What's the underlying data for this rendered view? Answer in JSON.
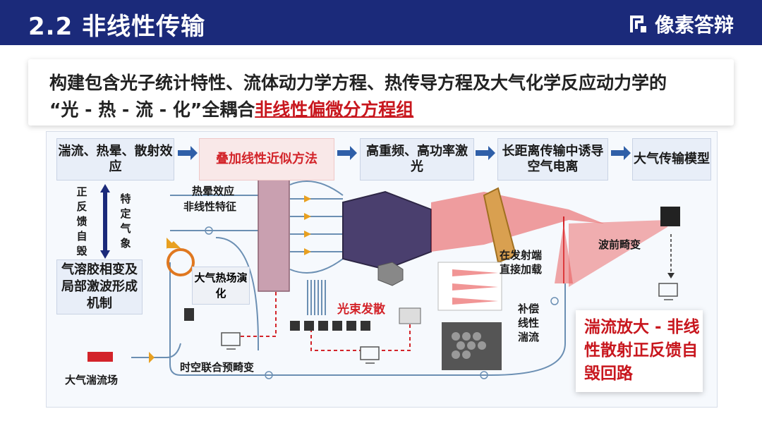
{
  "header": {
    "title": "2.2 非线性传输",
    "brand": "像素答辩"
  },
  "intro": {
    "line1": "构建包含光子统计特性、流体动力学方程、热传导方程及大气化学反应动力学的",
    "line2_prefix": "“光 - 热 - 流 - 化”全耦合",
    "line2_highlight": "非线性偏微分方程组"
  },
  "flow": [
    {
      "label": "湍流、热晕、散射效应",
      "highlight": false
    },
    {
      "label": "叠加线性近似方法",
      "highlight": true
    },
    {
      "label": "高重频、高功率激光",
      "highlight": false
    },
    {
      "label": "长距离传输中诱导空气电离",
      "highlight": false
    },
    {
      "label": "大气传输模型",
      "highlight": false
    }
  ],
  "side": {
    "left_vertical": "正反馈自毁",
    "right_vertical": "特定气象",
    "bottom_box": "气溶胶相变及局部激波形成机制"
  },
  "labels": {
    "thermal_effect": "热晕效应",
    "nonlinear_feature": "非线性特征",
    "thermal_field": "大气热场演化",
    "beam_divergence": "光束发散",
    "spatiotemporal": "时空联合预畸变",
    "turbulence_field": "大气湍流场",
    "wavefront": "波前畸变",
    "direct_load": "在发射端直接加载",
    "compensate": "补偿线性湍流"
  },
  "callout": "湍流放大 - 非线性散射正反馈自毁回路",
  "colors": {
    "header": "#1b2a7a",
    "accent_red": "#c8171e",
    "panel": "#e8eef8",
    "line": "#6b8fb3",
    "prism": "#4a3f6e"
  },
  "icons": [
    "arrow-right-icon",
    "double-arrow-icon",
    "fiber-coil-icon",
    "camera-icon",
    "computer-icon",
    "lens-icon",
    "prism-icon",
    "hexagon-icon",
    "detector-icon",
    "fiber-bundle-icon",
    "sensor-icon"
  ]
}
